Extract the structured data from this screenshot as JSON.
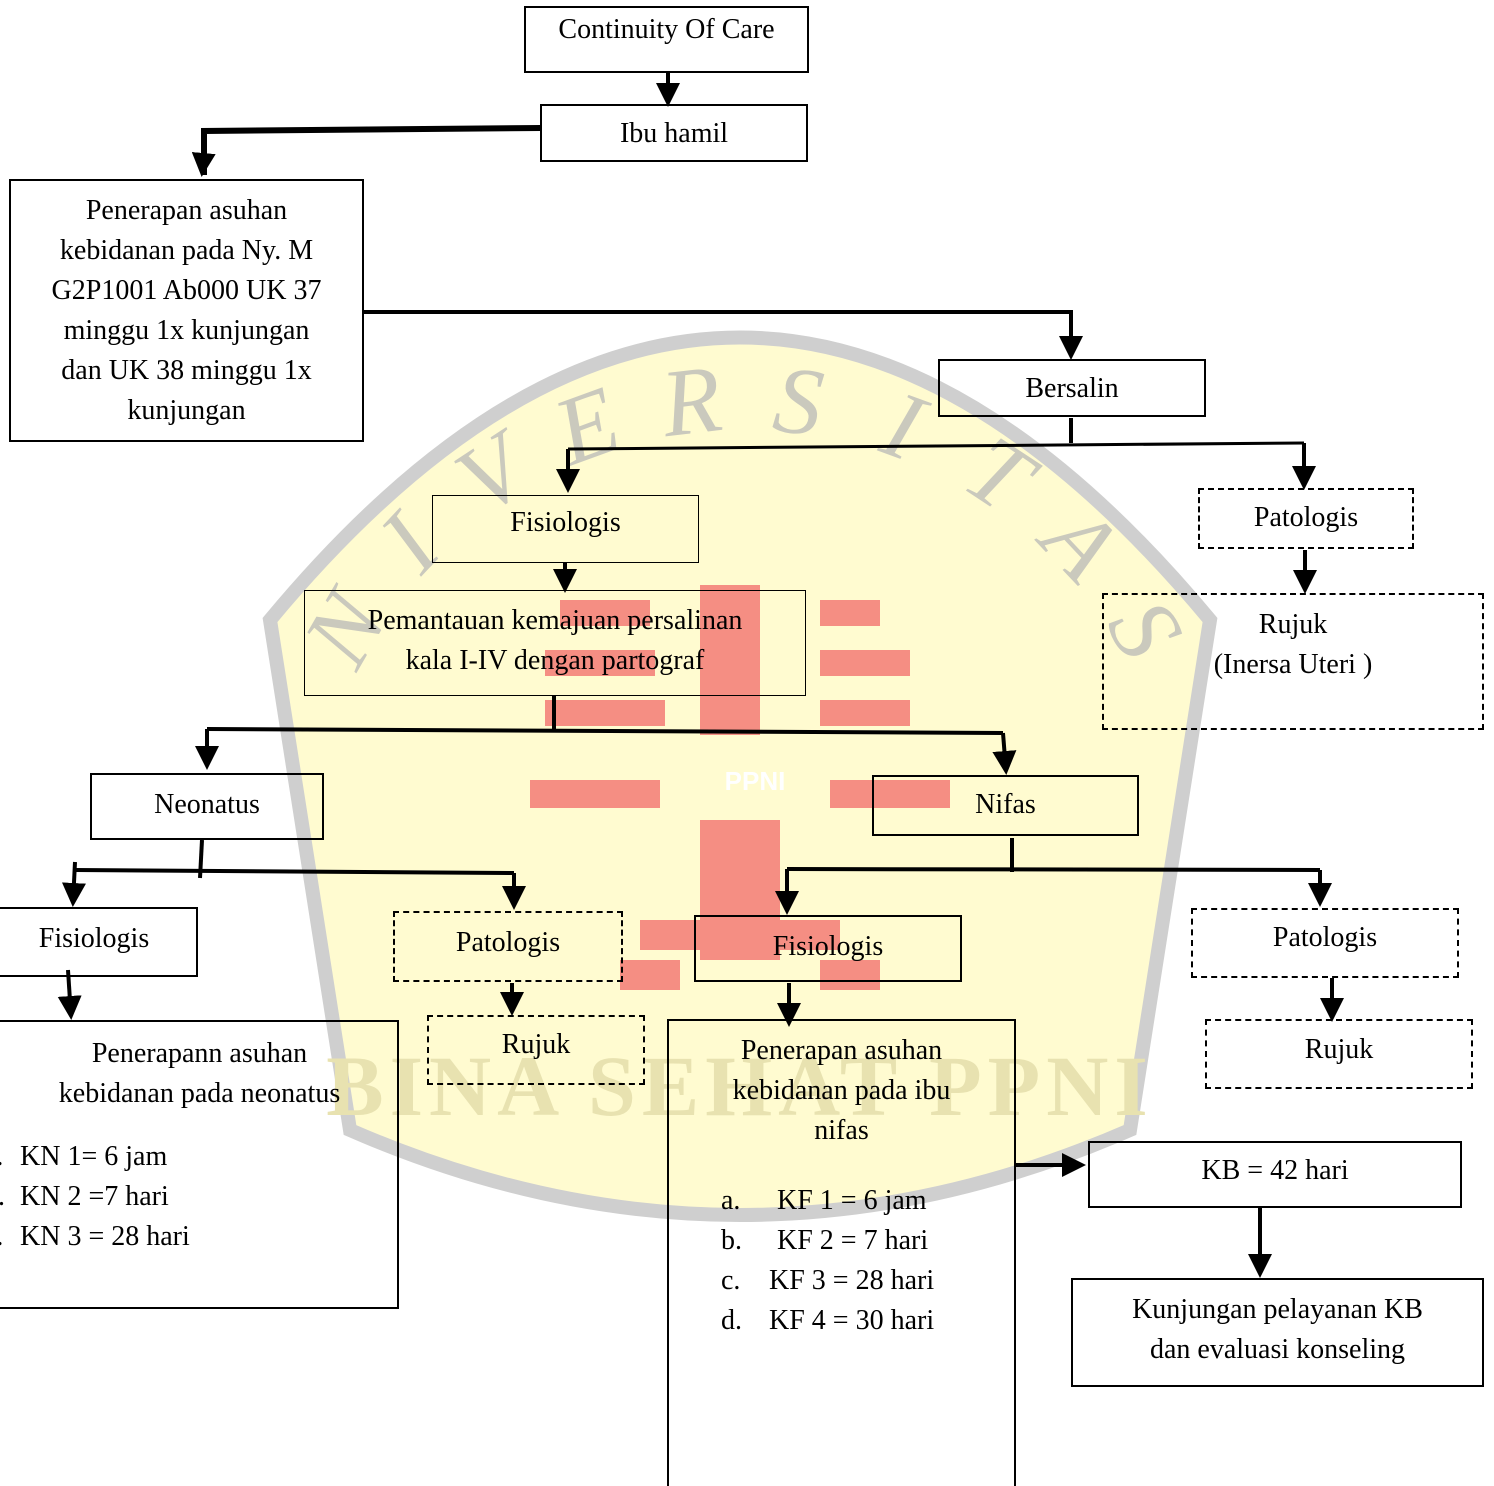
{
  "watermark": {
    "arc_text": "NIVERSITAS",
    "bottom_text": "BINA SEHAT PPNI",
    "emblem_label": "PPNI",
    "colors": {
      "fill": "#fffbd0",
      "border": "#cfcfcf",
      "letters": "#b5b5b5",
      "emblem": "#ef4b4b"
    }
  },
  "nodes": {
    "root": "Continuity Of Care",
    "ibu_hamil": "Ibu hamil",
    "penerapan_hamil": [
      "Penerapan asuhan",
      "kebidanan pada Ny. M",
      "G2P1001 Ab000 UK 37",
      "minggu 1x kunjungan",
      "dan UK 38 minggu 1x",
      "kunjungan"
    ],
    "bersalin": "Bersalin",
    "fisiologis_bersalin": "Fisiologis",
    "patologis_bersalin": "Patologis",
    "pemantauan": [
      "Pemantauan kemajuan persalinan",
      "kala I-IV dengan partograf"
    ],
    "rujuk_bersalin": [
      "Rujuk",
      "(Inersa Uteri )"
    ],
    "neonatus": "Neonatus",
    "nifas": "Nifas",
    "fisiologis_neonatus": "Fisiologis",
    "patologis_neonatus": "Patologis",
    "fisiologis_nifas": "Fisiologis",
    "patologis_nifas": "Patologis",
    "rujuk_neonatus": "Rujuk",
    "rujuk_nifas": "Rujuk",
    "penerapan_neonatus": {
      "title": [
        "Penerapann asuhan",
        "kebidanan pada neonatus"
      ],
      "items": [
        {
          "marker": "a.",
          "text": "KN 1= 6 jam"
        },
        {
          "marker": "b.",
          "text": "KN 2 =7 hari"
        },
        {
          "marker": "c.",
          "text": "KN 3 = 28 hari"
        }
      ]
    },
    "penerapan_nifas": {
      "title": [
        "Penerapan asuhan",
        "kebidanan pada ibu",
        "nifas"
      ],
      "items": [
        {
          "marker": "a.",
          "text": "KF 1 = 6 jam"
        },
        {
          "marker": "b.",
          "text": "KF 2 = 7 hari"
        },
        {
          "marker": "c.",
          "text": "KF 3 = 28 hari"
        },
        {
          "marker": "d.",
          "text": "KF 4 = 30 hari"
        }
      ]
    },
    "kb": "KB = 42 hari",
    "kunjungan_kb": [
      "Kunjungan pelayanan KB",
      "dan evaluasi konseling"
    ]
  }
}
